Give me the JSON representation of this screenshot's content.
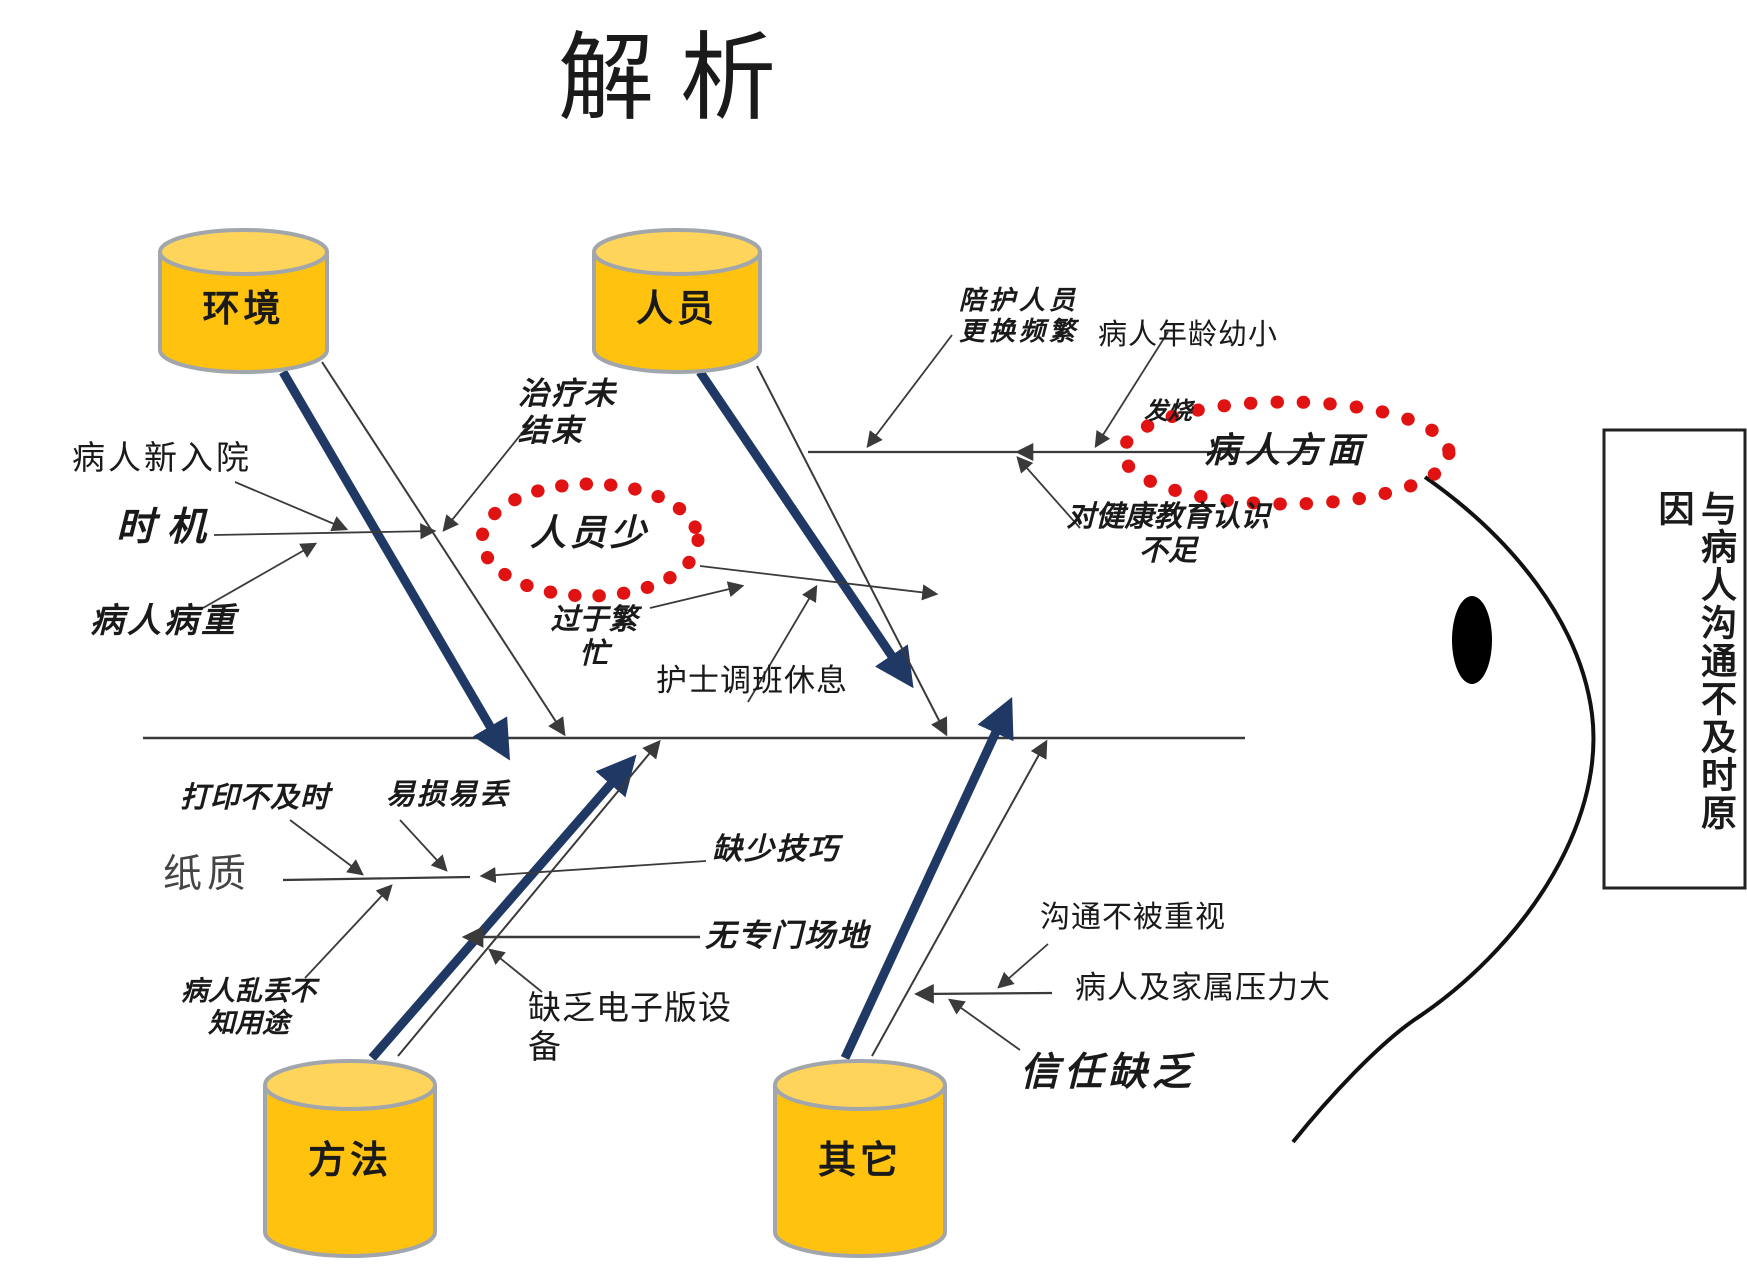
{
  "title": "解析",
  "head_box": {
    "label": "与病人沟通不及时原因"
  },
  "cylinders": {
    "environment": "环境",
    "personnel": "人员",
    "method": "方法",
    "other": "其它"
  },
  "highlight_ellipses": {
    "few_staff": "人员少",
    "patient_side": "病人方面"
  },
  "causes": {
    "new_admission": "病人新入院",
    "timing": "时机",
    "severe_illness": "病人病重",
    "treatment_unfinished": "治疗未结束",
    "too_busy": "过于繁忙",
    "nurse_shift_rest": "护士调班休息",
    "escort_change": "陪护人员更换频繁",
    "young_age": "病人年龄幼小",
    "fever": "发烧",
    "health_edu_awareness": "对健康教育认识不足",
    "print_delay": "打印不及时",
    "easily_damaged_lost": "易损易丢",
    "paper_based": "纸质",
    "patients_discard": "病人乱丢不知用途",
    "lack_skill": "缺少技巧",
    "no_dedicated_venue": "无专门场地",
    "no_electronic_device": "缺乏电子版设备",
    "communication_ignored": "沟通不被重视",
    "family_pressure": "病人及家属压力大",
    "lack_of_trust": "信任缺乏"
  },
  "colors": {
    "cylinder_fill": "#FFC20E",
    "cylinder_top_fill": "#FFD45A",
    "cylinder_stroke": "#A0A6AC",
    "navy_arrow": "#1F3864",
    "red_dotted": "#E11212",
    "thin_line": "#3a3a3a",
    "text": "#1a1a1a"
  }
}
